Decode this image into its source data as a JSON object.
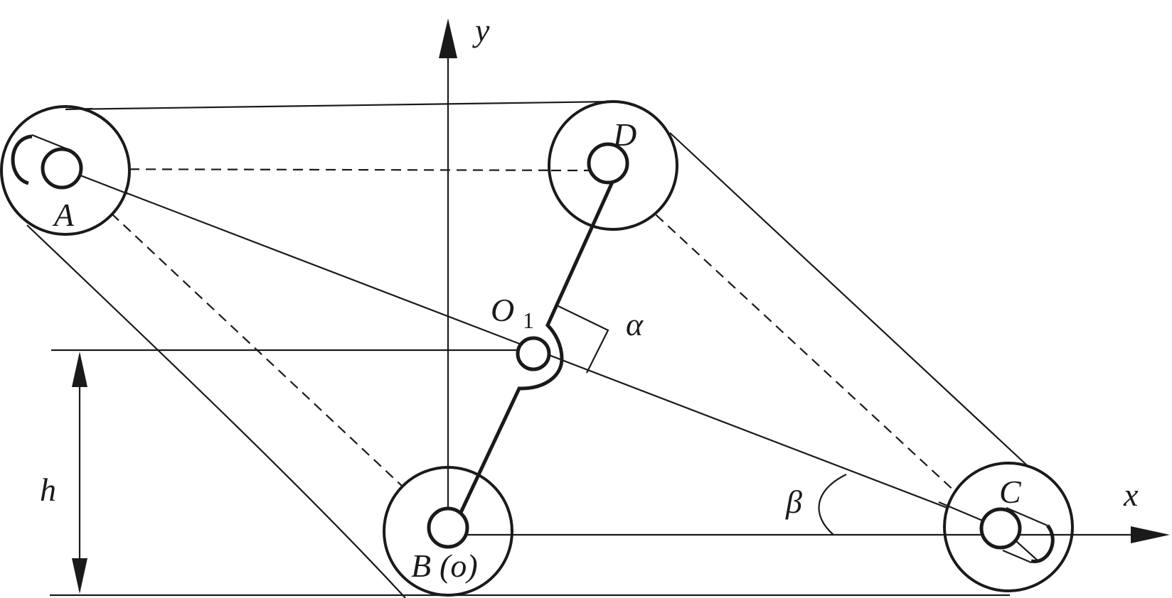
{
  "labels": {
    "y_axis": "y",
    "x_axis": "x",
    "point_a": "A",
    "point_b": "B",
    "point_b_origin": "(o)",
    "point_c": "C",
    "point_d": "D",
    "point_o1": "O",
    "point_o1_subscript": "1",
    "angle_alpha": "α",
    "angle_beta": "β",
    "height": "h"
  },
  "colors": {
    "line": "#1a1a1a",
    "background": "#ffffff"
  }
}
